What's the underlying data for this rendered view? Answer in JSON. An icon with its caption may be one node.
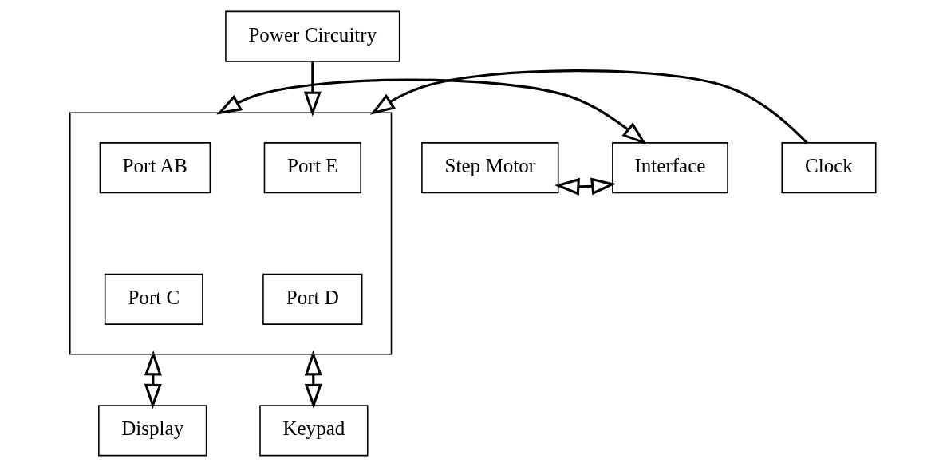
{
  "diagram": {
    "nodes": [
      {
        "text": [
          "Power Circuitry"
        ]
      },
      {
        "text": [
          "Step Motor"
        ]
      },
      {
        "text": [
          "Interface"
        ]
      },
      {
        "text": [],
        "shape": "box"
      },
      {
        "text": [
          "Port AB"
        ],
        "in": 3
      },
      {
        "text": [
          "Port E"
        ],
        "in": 3
      },
      {
        "text": [
          "Port C"
        ],
        "in": 3
      },
      {
        "text": [
          "Port D"
        ],
        "in": 3
      },
      {
        "text": [
          "Clock"
        ]
      },
      {
        "text": [
          "Display"
        ]
      },
      {
        "text": [
          "Keypad"
        ]
      }
    ],
    "edges": [
      {
        "from": 0,
        "to": 3,
        "arrow": "to"
      },
      {
        "from": 1,
        "to": 2,
        "arrow": "both"
      },
      {
        "from": 2,
        "to": 3,
        "arrow": "both"
      },
      {
        "from": 8,
        "to": 3,
        "arrow": "to"
      },
      {
        "from": 3,
        "to": 9,
        "arrow": "both"
      },
      {
        "from": 3,
        "to": 10,
        "arrow": "both"
      }
    ]
  }
}
